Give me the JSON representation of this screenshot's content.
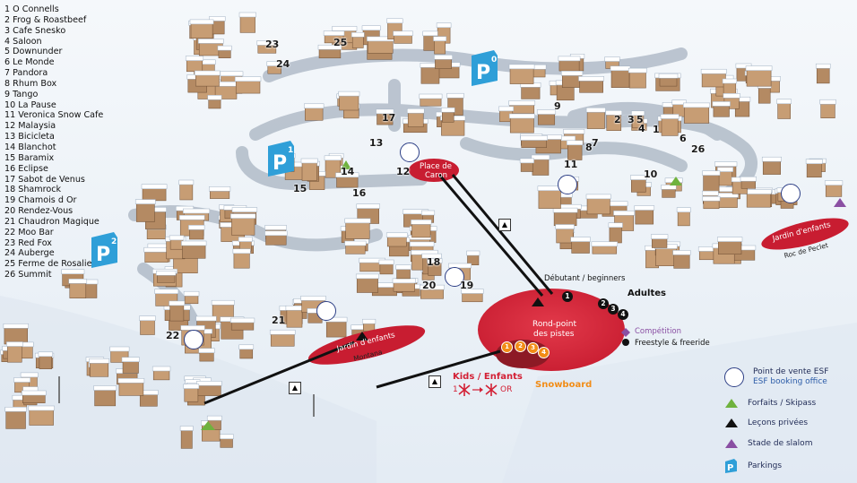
{
  "venues": [
    "1 O Connells",
    "2 Frog & Roastbeef",
    "3 Cafe Snesko",
    "4 Saloon",
    "5 Downunder",
    "6 Le Monde",
    "7 Pandora",
    "8 Rhum Box",
    "9 Tango",
    "10 La Pause",
    "11 Veronica Snow Cafe",
    "12 Malaysia",
    "13 Bicicleta",
    "14 Blanchot",
    "15 Baramix",
    "16 Eclipse",
    "17 Sabot de Venus",
    "18 Shamrock",
    "19 Chamois d Or",
    "20 Rendez-Vous",
    "21 Chaudron Magique",
    "22 Moo Bar",
    "23 Red Fox",
    "24 Auberge",
    "25 Ferme de Rosalie",
    "26 Summit"
  ],
  "map_numbers": {
    "n1": "1",
    "n2": "2",
    "n3": "3",
    "n4": "4",
    "n5": "5",
    "n6": "6",
    "n7": "7",
    "n8": "8",
    "n9": "9",
    "n10": "10",
    "n11": "11",
    "n12": "12",
    "n13": "13",
    "n14": "14",
    "n15": "15",
    "n16": "16",
    "n17": "17",
    "n18": "18",
    "n19": "19",
    "n20": "20",
    "n21": "21",
    "n22": "22",
    "n23": "23",
    "n24": "24",
    "n25": "25",
    "n26": "26"
  },
  "parkings": {
    "p0": "0",
    "p1": "1",
    "p2": "2",
    "letter": "P"
  },
  "places": {
    "place_caron_1": "Place de",
    "place_caron_2": "Caron",
    "rond_point_1": "Rond-point",
    "rond_point_2": "des pistes",
    "jardin_1": "Jardin d'enfants",
    "jardin_1_sub": "Montana",
    "jardin_2": "Jardin d'enfants",
    "jardin_2_sub": "Roc de Peclet"
  },
  "zones": {
    "debutant": "Débutant / beginners",
    "adultes": "Adultes",
    "competition": "Compétition",
    "freestyle": "Freestyle & freeride",
    "kids": "Kids / Enfants",
    "kids_range_start": "1",
    "kids_range_end": "OR",
    "snowboard": "Snowboard"
  },
  "circle_numbers": {
    "c1": "1",
    "c2": "2",
    "c3": "3",
    "c4": "4"
  },
  "legend": {
    "esf_fr": "Point de vente ESF",
    "esf_en": "ESF booking office",
    "forfaits": "Forfaits / Skipass",
    "lecons": "Leçons privées",
    "slalom": "Stade de slalom",
    "parkings": "Parkings"
  },
  "colors": {
    "red_zone": "#d32035",
    "navy": "#2d3f86",
    "orange": "#f28c16",
    "green": "#6fb23e",
    "purple": "#8a4fa3",
    "parking_blue": "#2f9fd8"
  },
  "icons": {
    "parking": "parking-sign-icon",
    "esf": "esf-logo-icon",
    "skipass": "green-triangle-icon",
    "private_lesson": "black-triangle-icon",
    "slalom": "purple-triangle-icon",
    "lift": "ski-lift-icon",
    "snowflake": "snowflake-star-icon"
  }
}
